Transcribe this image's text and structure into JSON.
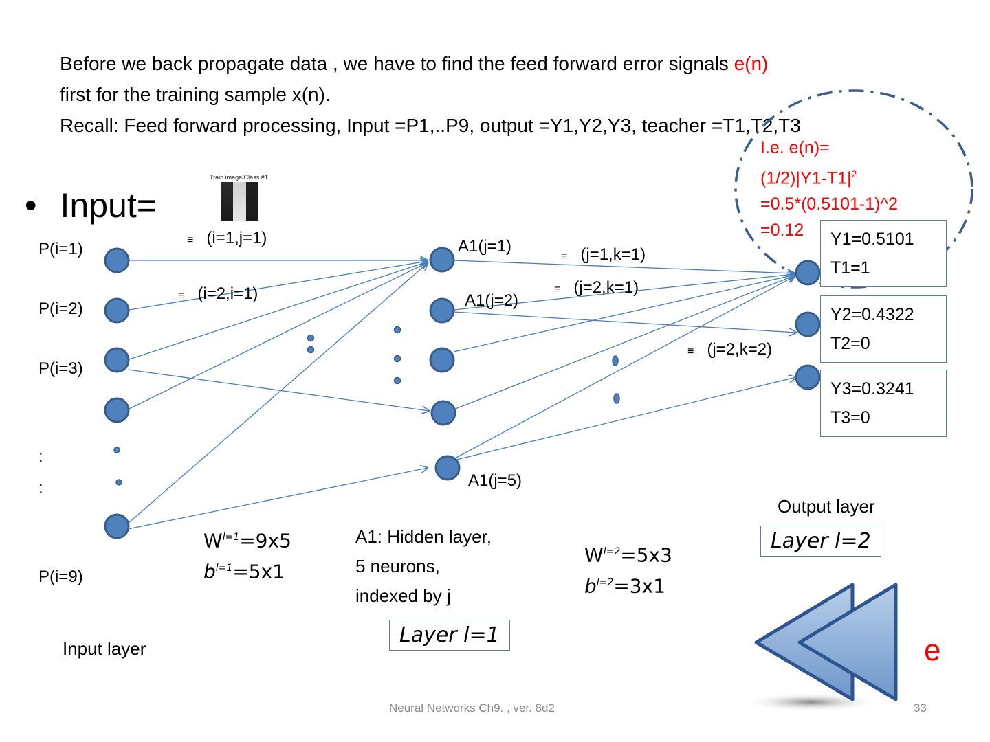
{
  "intro": {
    "line1_before": "Before we back propagate data , we have to find the feed forward error signals ",
    "line1_highlight": "e(n)",
    "line2": "first for the training sample x(n).",
    "line3": "Recall: Feed forward processing, Input =P1,..P9, output =Y1,Y2,Y3, teacher =T1,T2,T3"
  },
  "bullet": {
    "dot": "•",
    "label": "Input="
  },
  "thumbnail": {
    "title": "Train image/Class #1",
    "columns": [
      "#222222",
      "#d8d8d8",
      "#1c1c1c"
    ]
  },
  "error_note": {
    "lines": [
      "I.e. e(n)=",
      "(1/2)|Y1-T1|",
      "=0.5*(0.5101-1)^2",
      "=0.12"
    ],
    "superscript": "2"
  },
  "input_layer": {
    "labels": [
      "P(i=1)",
      "P(i=2)",
      "P(i=3)",
      ":",
      ":",
      "P(i=9)"
    ],
    "title": "Input layer"
  },
  "hidden_layer": {
    "labels": [
      "A1(j=1)",
      "A1(j=2)",
      "A1(j=5)"
    ],
    "description": [
      "A1: Hidden layer,",
      "5 neurons,",
      "indexed by j"
    ],
    "layer_label": "Layer l=1"
  },
  "output_layer": {
    "title": "Output layer",
    "layer_label": "Layer l=2",
    "outputs": [
      {
        "y": "Y1=0.5101",
        "t": "T1=1"
      },
      {
        "y": "Y2=0.4322",
        "t": "T2=0"
      },
      {
        "y": "Y3=0.3241",
        "t": "T3=0"
      }
    ]
  },
  "weight_labels": {
    "w_i1_j1": "(i=1,j=1)",
    "w_i2_i1": "(i=2,i=1)",
    "w_j1_k1": "(j=1,k=1)",
    "w_j2_k1": "(j=2,k=1)",
    "w_j2_k2": "(j=2,k=2)",
    "equiv_symbol": "≡"
  },
  "dimensions": {
    "layer1": {
      "W": "W",
      "W_sup": "l=1",
      "W_val": "=9x5",
      "b": "b",
      "b_sup": "l=1",
      "b_val": "=5x1"
    },
    "layer2": {
      "W": "W",
      "W_sup": "l=2",
      "W_val": "=5x3",
      "b": "b",
      "b_sup": "l=2",
      "b_val": "=3x1"
    }
  },
  "backprop": {
    "icon": "rewind-icon",
    "label": "e"
  },
  "footer": {
    "caption": "Neural Networks Ch9. , ver. 8d2",
    "page": "33"
  },
  "colors": {
    "node_fill": "#4f81bd",
    "node_stroke": "#385d8a",
    "edge": "#4a7ebb",
    "accent_red": "#ff0000",
    "dashed_circle": "#3b5f8a"
  }
}
